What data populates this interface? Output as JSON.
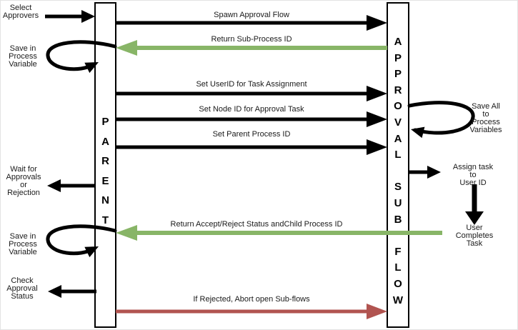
{
  "title": "Parent / Approval Sub Flow sequence diagram",
  "colors": {
    "black": "#000000",
    "green": "#88b567",
    "red": "#b15450",
    "bar_fill": "#ffffff",
    "background": "#ffffff"
  },
  "lifelines": {
    "parent": {
      "name": "PARENT",
      "vertical_label": "P\nA\nR\nE\nN\nT"
    },
    "approval_sub_flow": {
      "name": "APPROVAL SUB FLOW",
      "vertical_label": "A\nP\nP\nR\nO\nV\nA\nL\n\nS\nU\nB\n\nF\nL\nO\nW"
    }
  },
  "messages": [
    {
      "label": "Spawn Approval Flow",
      "from": "parent",
      "to": "approval_sub_flow",
      "color": "black"
    },
    {
      "label": "Return Sub-Process ID",
      "from": "approval_sub_flow",
      "to": "parent",
      "color": "green"
    },
    {
      "label": "Set UserID for Task Assignment",
      "from": "parent",
      "to": "approval_sub_flow",
      "color": "black"
    },
    {
      "label": "Set Node ID for Approval Task",
      "from": "parent",
      "to": "approval_sub_flow",
      "color": "black"
    },
    {
      "label": "Set Parent Process ID",
      "from": "parent",
      "to": "approval_sub_flow",
      "color": "black"
    },
    {
      "label": "Return Accept/Reject Status andChild Process ID",
      "from": "approval_sub_flow",
      "to": "parent",
      "color": "green"
    },
    {
      "label": "If Rejected, Abort open Sub-flows",
      "from": "parent",
      "to": "approval_sub_flow",
      "color": "red"
    }
  ],
  "annotations": {
    "select_approvers": {
      "text": "Select\nApprovers"
    },
    "save_in_process_variable_1": {
      "text": "Save in\nProcess\nVariable"
    },
    "wait_for_approvals": {
      "text": "Wait for\nApprovals\nor\nRejection"
    },
    "save_in_process_variable_2": {
      "text": "Save in\nProcess\nVariable"
    },
    "check_approval_status": {
      "text": "Check\nApproval\nStatus"
    },
    "save_all_to_process_variables": {
      "text": "Save All to\nProcess\nVariables"
    },
    "assign_task_to_user_id": {
      "text": "Assign task to\nUser ID"
    },
    "user_completes_task": {
      "text": "User Completes\nTask"
    }
  }
}
